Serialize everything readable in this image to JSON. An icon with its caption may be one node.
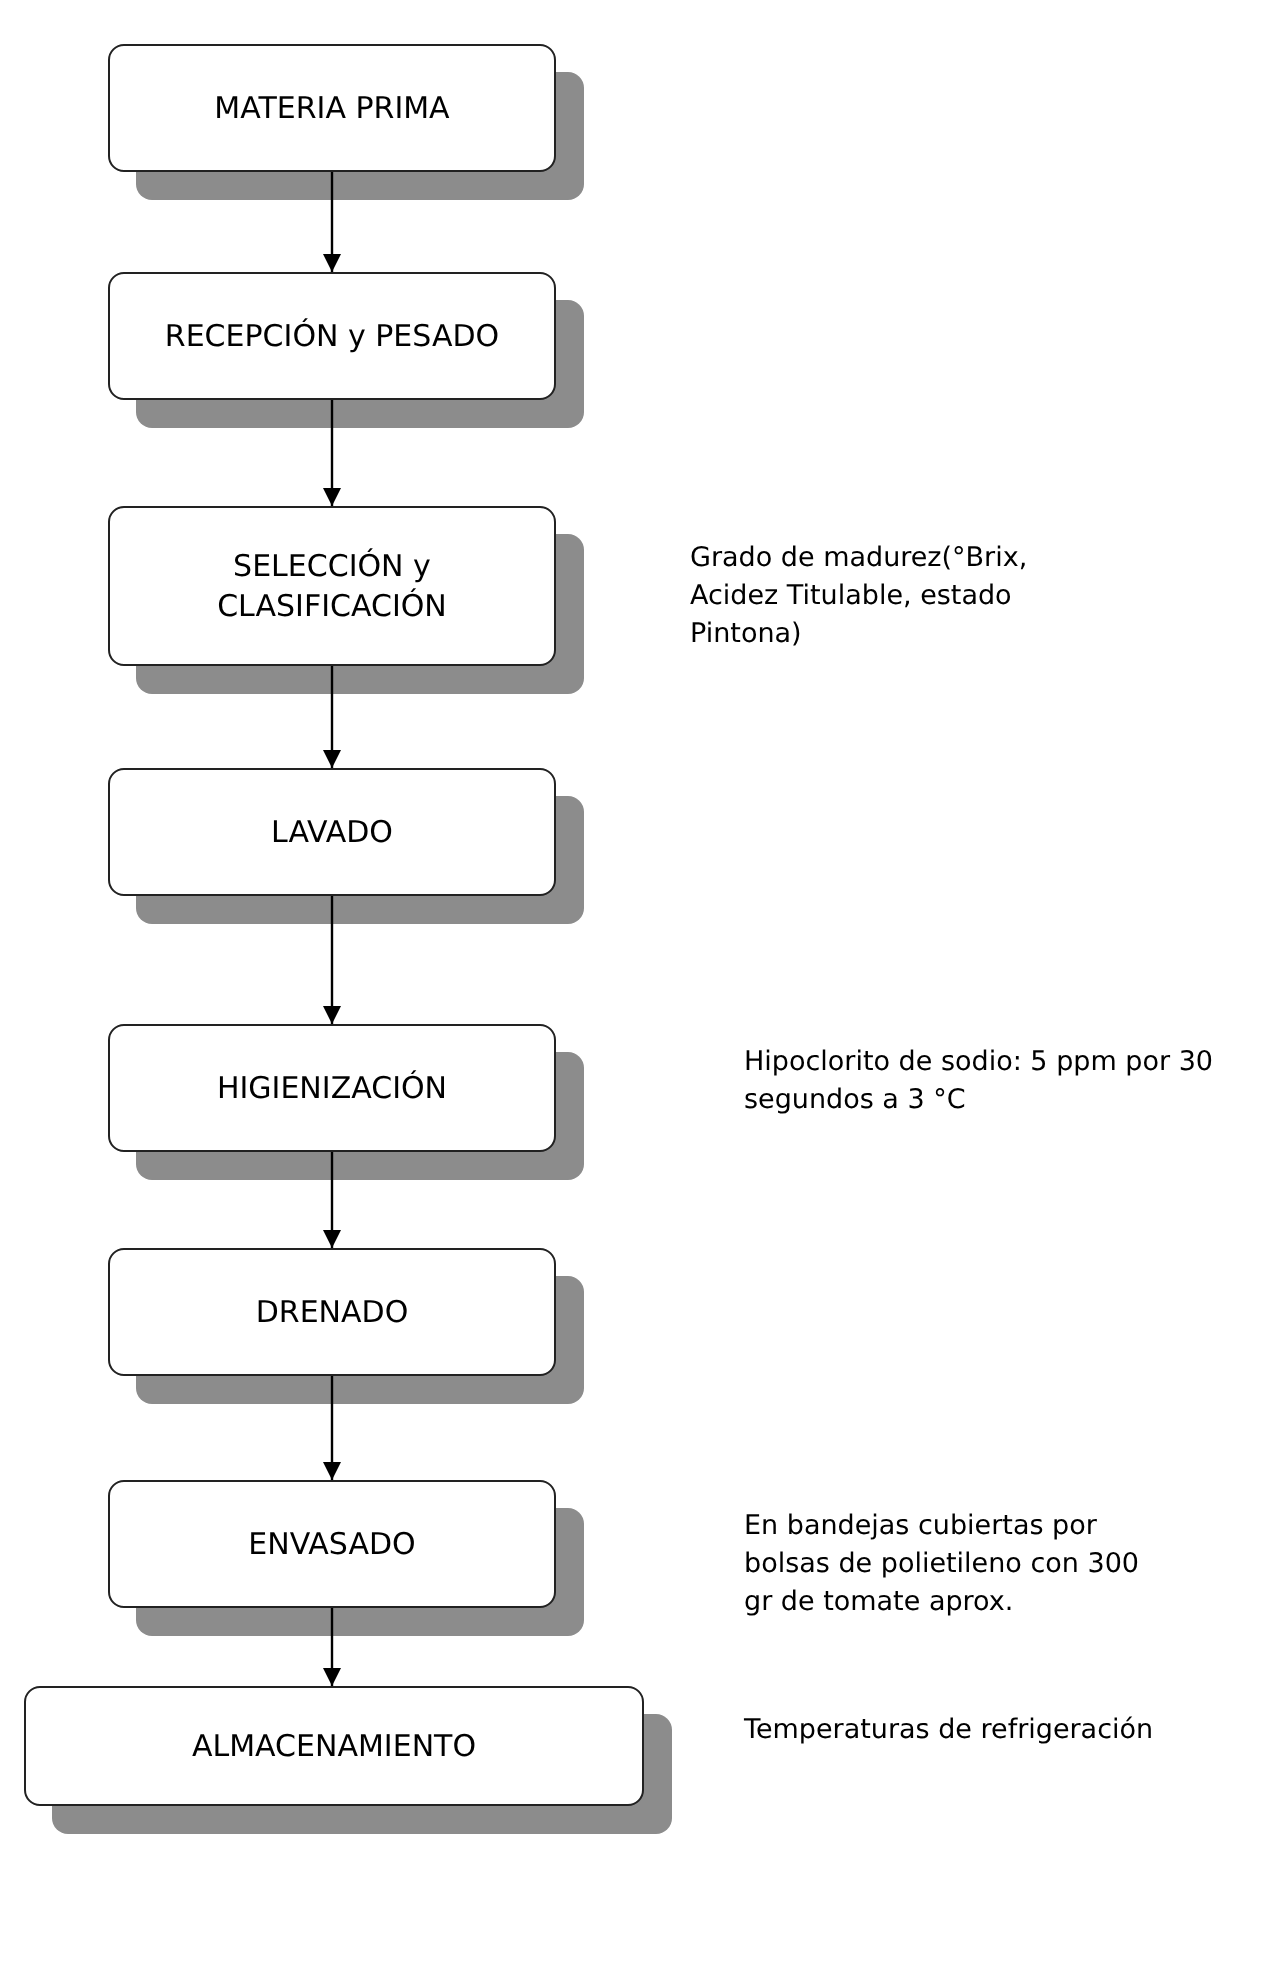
{
  "diagram": {
    "nodes": [
      {
        "text": [
          "MATERIA PRIMA"
        ]
      },
      {
        "text": [
          "RECEPCIÓN y PESADO"
        ]
      },
      {
        "text": [
          "SELECCIÓN y CLASIFICACIÓN"
        ]
      },
      {
        "text": [
          "LAVADO"
        ]
      },
      {
        "text": [
          "HIGIENIZACIÓN"
        ]
      },
      {
        "text": [
          "DRENADO"
        ]
      },
      {
        "text": [
          "ENVASADO"
        ]
      },
      {
        "text": [
          "ALMACENAMIENTO"
        ],
        "beside": [
          "Temperaturas de refrigeración"
        ]
      }
    ],
    "edges": [
      {
        "from": 0,
        "to": 1,
        "arrow": "to"
      },
      {
        "from": 1,
        "to": 2,
        "arrow": "to"
      },
      {
        "from": 2,
        "to": 3,
        "arrow": "to"
      },
      {
        "from": 3,
        "to": 4,
        "arrow": "to"
      },
      {
        "from": 4,
        "to": 5,
        "arrow": "to"
      },
      {
        "from": 5,
        "to": 6,
        "arrow": "to"
      },
      {
        "from": 6,
        "to": 7,
        "arrow": "to"
      }
    ],
    "labels": [
      "Grado de madurez(°Brix, Acidez Titulable, estado Pintona)",
      "Hipoclorito de sodio: 5 ppm por 30 segundos a 3 °C",
      "En bandejas cubiertas por bolsas de polietileno con 300 gr de tomate aprox."
    ]
  }
}
